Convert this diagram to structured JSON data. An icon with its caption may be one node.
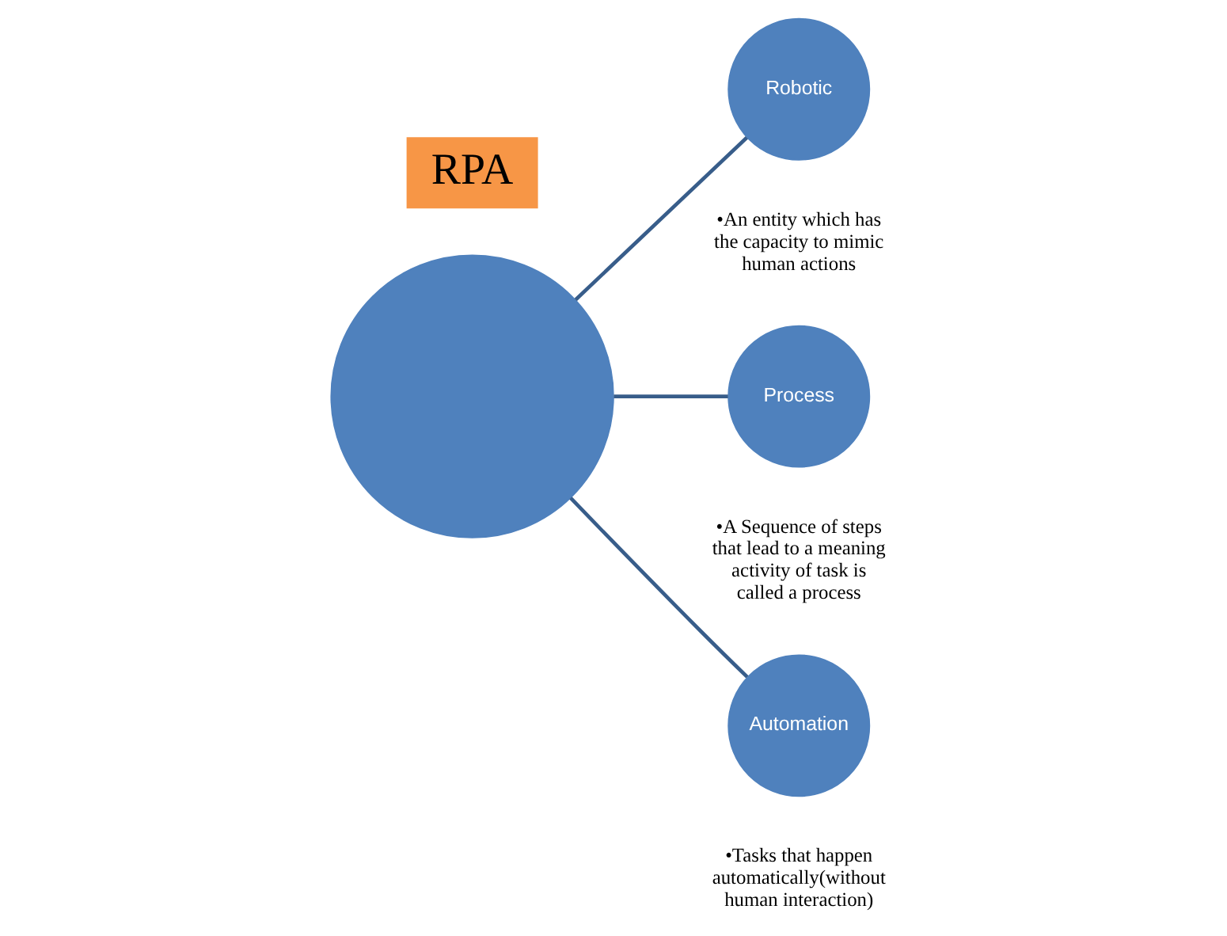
{
  "diagram": {
    "nodes": [
      {
        "text": [],
        "shape": "circle"
      },
      {
        "text": [
          "RPA"
        ]
      },
      {
        "text": [
          "Robotic"
        ],
        "beside": [
          "•An entity which has the capacity to mimic human actions"
        ]
      },
      {
        "text": [
          "Process"
        ],
        "beside": [
          "•A Sequence of steps that lead to a meaning activity of task is called a process"
        ]
      },
      {
        "text": [
          "Automation"
        ],
        "beside": [
          "•Tasks that happen automatically(without human interaction)"
        ]
      }
    ],
    "edges": [
      {
        "from": 0,
        "to": 2,
        "arrow": "none"
      },
      {
        "from": 0,
        "to": 3,
        "arrow": "none"
      },
      {
        "from": 0,
        "to": 4,
        "arrow": "none"
      }
    ]
  }
}
